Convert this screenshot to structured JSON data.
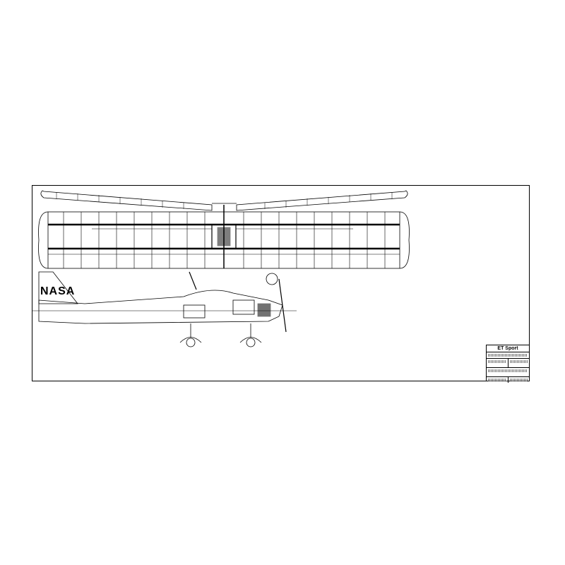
{
  "drawing": {
    "type": "RC aircraft plan",
    "title": "ET Sport",
    "fuselage_marking": "NASA",
    "line_color": "#000000",
    "paper_color": "#ffffff"
  },
  "views": [
    {
      "name": "wing-front-view-dihedral",
      "position": "top"
    },
    {
      "name": "wing-plan-view",
      "position": "top-left"
    },
    {
      "name": "fuselage-side-view",
      "position": "middle-left"
    },
    {
      "name": "fuselage-top-view",
      "position": "bottom-left"
    },
    {
      "name": "stabilizer-plan-view",
      "position": "middle-right"
    },
    {
      "name": "wing-rib-sections",
      "position": "center-right"
    },
    {
      "name": "landing-gear-diagram",
      "position": "top-right"
    },
    {
      "name": "title-block",
      "position": "bottom-right"
    }
  ]
}
